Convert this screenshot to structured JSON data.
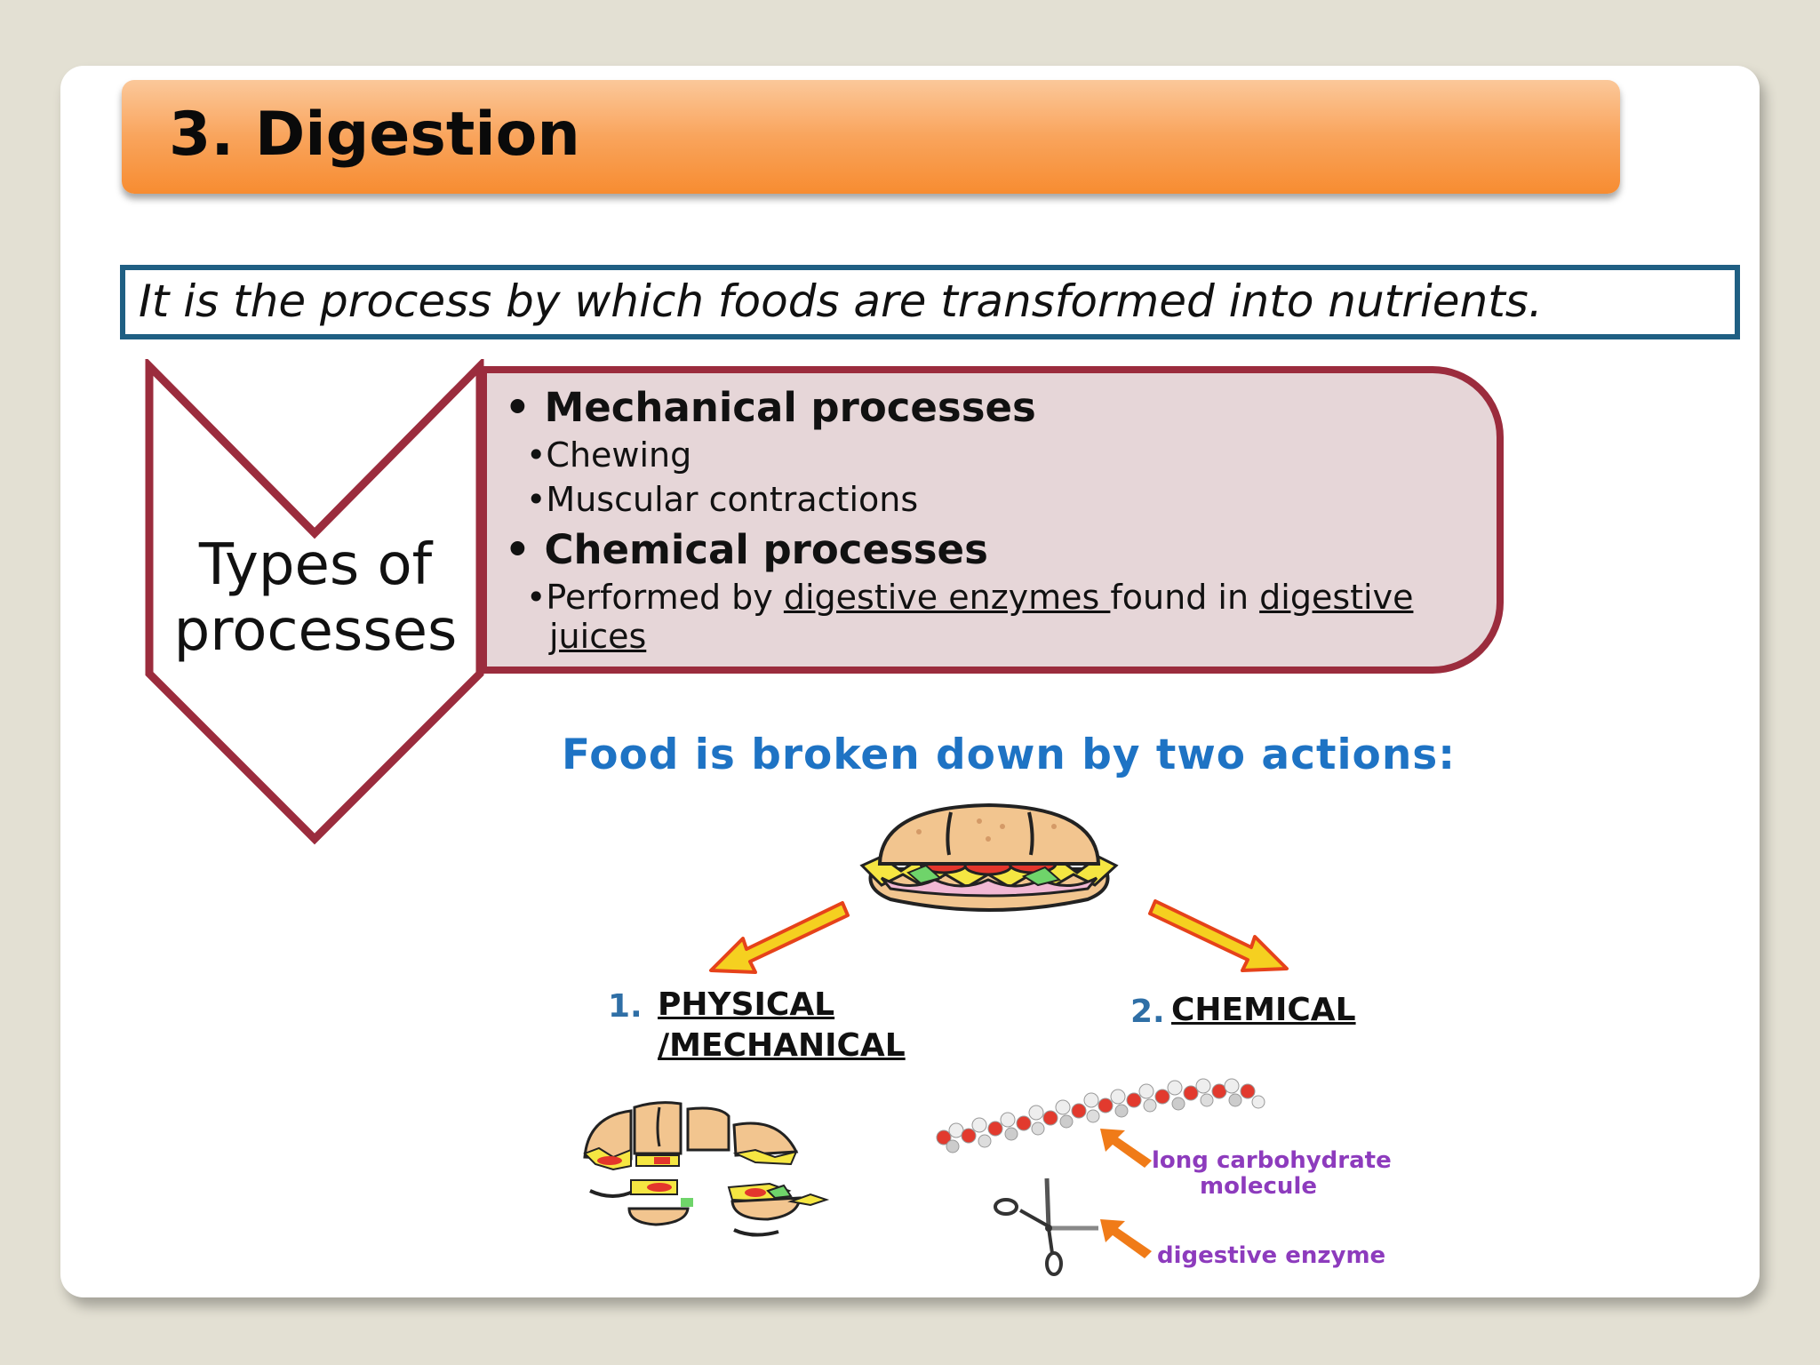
{
  "slide": {
    "title": "3. Digestion",
    "definition": "It is the process by which foods are transformed into nutrients."
  },
  "processes": {
    "label_line1": "Types of",
    "label_line2": "processes",
    "mechanical": {
      "heading": "Mechanical processes",
      "items": [
        "Chewing",
        "Muscular contractions"
      ]
    },
    "chemical": {
      "heading": "Chemical processes",
      "text_prefix": "Performed by ",
      "link1": "digestive enzymes ",
      "text_mid": "found in ",
      "link2_line1": "digestive",
      "link2_line2": "juices"
    }
  },
  "figure": {
    "title": "Food is broken down by two actions:",
    "physical_num": "1.",
    "physical_line1": "PHYSICAL",
    "physical_line2": "/MECHANICAL",
    "chemical_num": "2.",
    "chemical_label": "CHEMICAL",
    "molecule_line1": "long carbohydrate",
    "molecule_line2": "molecule",
    "enzyme_label": "digestive enzyme"
  },
  "colors": {
    "title_orange": "#f9a45c",
    "definition_border": "#1f5f83",
    "process_border": "#9b2c3d",
    "process_fill": "#e6d6d8",
    "figure_title_blue": "#1e73c4",
    "label_purple": "#8d3bbd"
  }
}
